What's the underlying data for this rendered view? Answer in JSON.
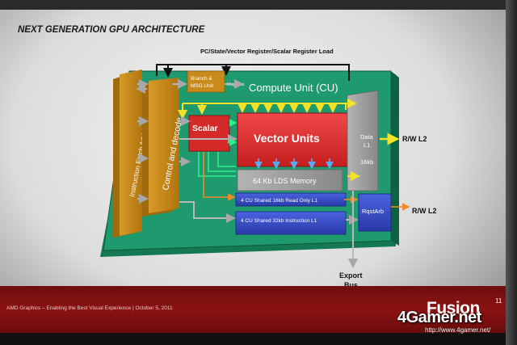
{
  "slide": {
    "title": "NEXT GENERATION GPU ARCHITECTURE",
    "footer": "AMD Graphics – Enabling the Best Visual Experience  |  October 5, 2011",
    "logo": "Fusion",
    "logo_sup": "11"
  },
  "diagram": {
    "top_label": "PC/State/Vector Register/Scalar Register Load",
    "cu_title": "Compute Unit (CU)",
    "instruction_fetch": "Instruction Fetch Arbitration",
    "control_decode": "Control and decode",
    "branch_line1": "Branch &",
    "branch_line2": "MSG Unit",
    "msg_bus": "Msg Bus",
    "scalar": "Scalar",
    "vector_units": "Vector Units",
    "lds": "64 Kb LDS Memory",
    "data_l1_line1": "Data",
    "data_l1_line2": "L1",
    "data_l1_size": "16kb",
    "rw_l2_top": "R/W L2",
    "rw_l2_bottom": "R/W L2",
    "rqstarb": "RqstArb",
    "readonly_l1": "4 CU Shared 16kb Read Only L1",
    "instruction_l1": "4 CU Shared 32kb Instruction  L1",
    "export_line1": "Export",
    "export_line2": "Bus"
  },
  "colors": {
    "cu_board": "#1f9a6e",
    "vector": "#e23030",
    "scalar": "#d42a2a",
    "control": "#c98a1c",
    "cache_blue": "#3a4fc8",
    "data_l1": "#9a9a9a",
    "footer": "#8c1212"
  },
  "watermark": {
    "name": "4Gamer.net",
    "url": "http://www.4gamer.net/"
  }
}
